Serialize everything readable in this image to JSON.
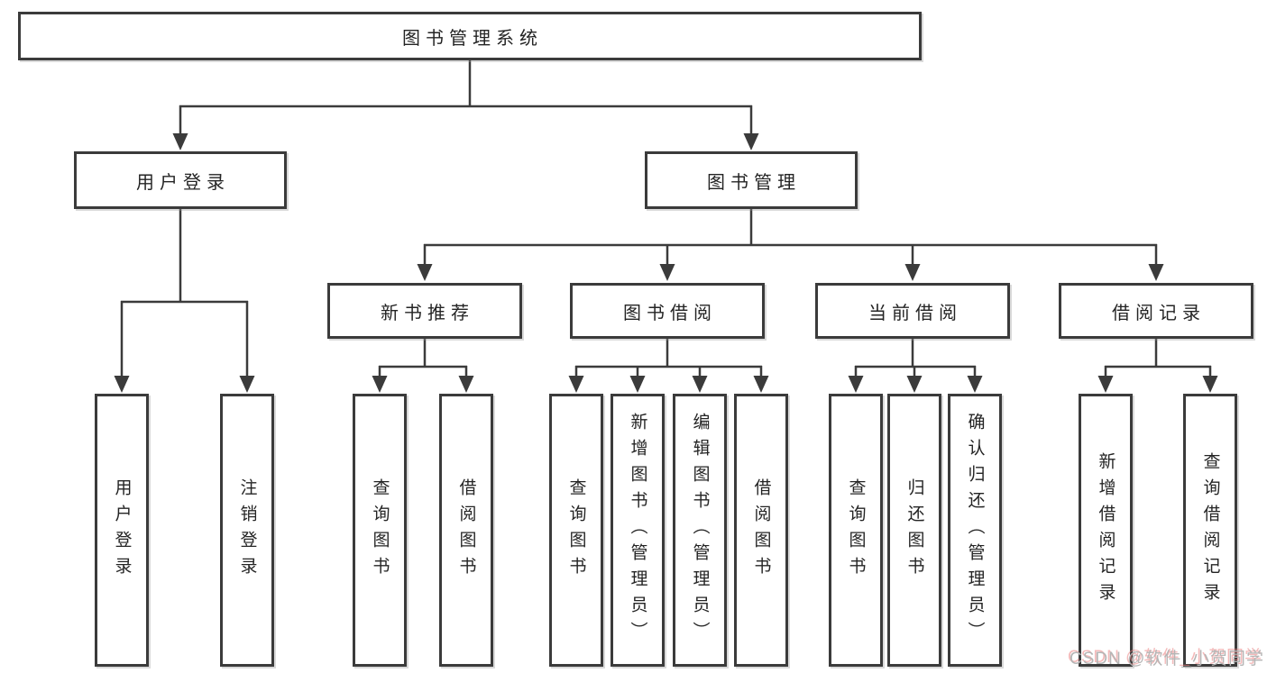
{
  "diagram": {
    "root": {
      "label": "图书管理系统"
    },
    "level2": [
      {
        "label": "用户登录"
      },
      {
        "label": "图书管理"
      }
    ],
    "level3": [
      {
        "label": "新书推荐"
      },
      {
        "label": "图书借阅"
      },
      {
        "label": "当前借阅"
      },
      {
        "label": "借阅记录"
      }
    ],
    "leaves": [
      {
        "label": "用户登录"
      },
      {
        "label": "注销登录"
      },
      {
        "label": "查询图书"
      },
      {
        "label": "借阅图书"
      },
      {
        "label": "查询图书"
      },
      {
        "label": "新增图书（管理员）"
      },
      {
        "label": "编辑图书（管理员）"
      },
      {
        "label": "借阅图书"
      },
      {
        "label": "查询图书"
      },
      {
        "label": "归还图书"
      },
      {
        "label": "确认归还（管理员）"
      },
      {
        "label": "新增借阅记录"
      },
      {
        "label": "查询借阅记录"
      }
    ]
  },
  "watermark": {
    "text": "CSDN @软件_小贺同学"
  },
  "colors": {
    "line": "#3b3b3b",
    "text": "#242424",
    "watermark": "#b5b5b5"
  }
}
